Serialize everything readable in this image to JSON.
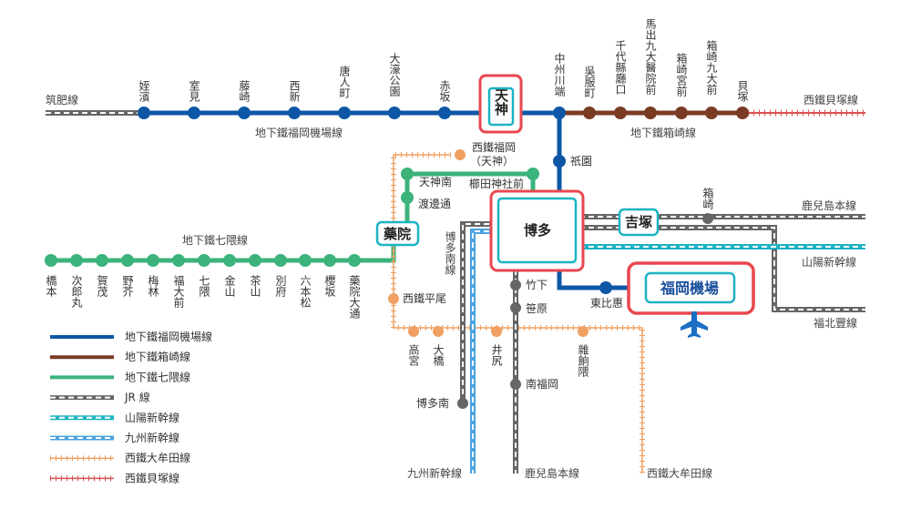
{
  "lines": {
    "chikuhi": "筑肥線",
    "airport": "地下鐵福岡機場線",
    "nishitetsu_kaizuka": "西鐵貝塚線",
    "hakozaki": "地下鐵箱崎線",
    "nanakuma": "地下鐵七隈線",
    "kagoshima_main_top": "鹿兒島本線",
    "sanyo_shinkansen": "山陽新幹線",
    "fukuhoku": "福北豐線",
    "hakata_minami_line": "博多南線",
    "kyushu_shinkansen": "九州新幹線",
    "kagoshima_main_bottom": "鹿兒島本線",
    "nishitetsu_omuta": "西鐵大牟田線"
  },
  "stations": {
    "meinohama": "姪濱",
    "muromi": "室見",
    "fujisaki": "藤崎",
    "nishijin": "西新",
    "tojinmachi": "唐人町",
    "ohorikoen": "大濠公園",
    "akasaka": "赤坂",
    "tenjin": "天神",
    "nakasukawabata": "中州川端",
    "gofukumachi": "吳服町",
    "chiyokenchoguchi": "千代縣廳口",
    "maidashi": "馬出九大醫院前",
    "hakozakimiyamae": "箱崎宮前",
    "hakozakikyudaimae": "箱崎九大前",
    "kaizuka": "貝塚",
    "gion": "祇園",
    "nishitetsu_fukuoka": "西鐵福岡",
    "nishitetsu_fukuoka_sub": "（天神）",
    "tenjinminami": "天神南",
    "kushidajinjamae": "櫛田神社前",
    "watanabedori": "渡邊通",
    "yakuin": "藥院",
    "hakata": "博多",
    "yoshizuka": "吉塚",
    "hakozaki_jr": "箱崎",
    "hashimoto": "橋本",
    "jirogamaru": "次郎丸",
    "kamo": "賀茂",
    "noke": "野芥",
    "umebayashi": "梅林",
    "fukudaimae": "福大前",
    "nanakuma": "七隈",
    "kanayama": "金山",
    "chayama": "茶山",
    "befu": "別府",
    "ropponmatsu": "六本松",
    "sakurazaka": "櫻坂",
    "yakuinodori": "藥院大通",
    "nishitetsu_hirao": "西鐵平尾",
    "takamiya": "高宮",
    "ohashi": "大橋",
    "takeshita": "竹下",
    "sasabaru": "笹原",
    "ijiri": "井尻",
    "zasshonokuma": "雜餉隈",
    "minamifukuoka": "南福岡",
    "hakataminami": "博多南",
    "higashihie": "東比惠",
    "fukuoka_airport": "福岡機場"
  },
  "legend": [
    {
      "label": "地下鐵福岡機場線",
      "style": "airport"
    },
    {
      "label": "地下鐵箱崎線",
      "style": "hakozaki"
    },
    {
      "label": "地下鐵七隈線",
      "style": "nanakuma"
    },
    {
      "label": "JR 線",
      "style": "jr"
    },
    {
      "label": "山陽新幹線",
      "style": "sanyo"
    },
    {
      "label": "九州新幹線",
      "style": "kyushu"
    },
    {
      "label": "西鐵大牟田線",
      "style": "omuta"
    },
    {
      "label": "西鐵貝塚線",
      "style": "kaizuka"
    }
  ],
  "icons": {
    "airport": "airplane-icon"
  },
  "colors": {
    "airport_line": "#0d57a6",
    "hakozaki_line": "#7a3b25",
    "nanakuma_line": "#3bb37b",
    "jr_line": "#666666",
    "sanyo_shinkansen": "#1bb4c4",
    "kyushu_shinkansen": "#4aa3e0",
    "omuta_line": "#f0a062",
    "kaizuka_line": "#d9534f",
    "highlight": "#e8474f",
    "station_box": "#1bb4c4"
  }
}
